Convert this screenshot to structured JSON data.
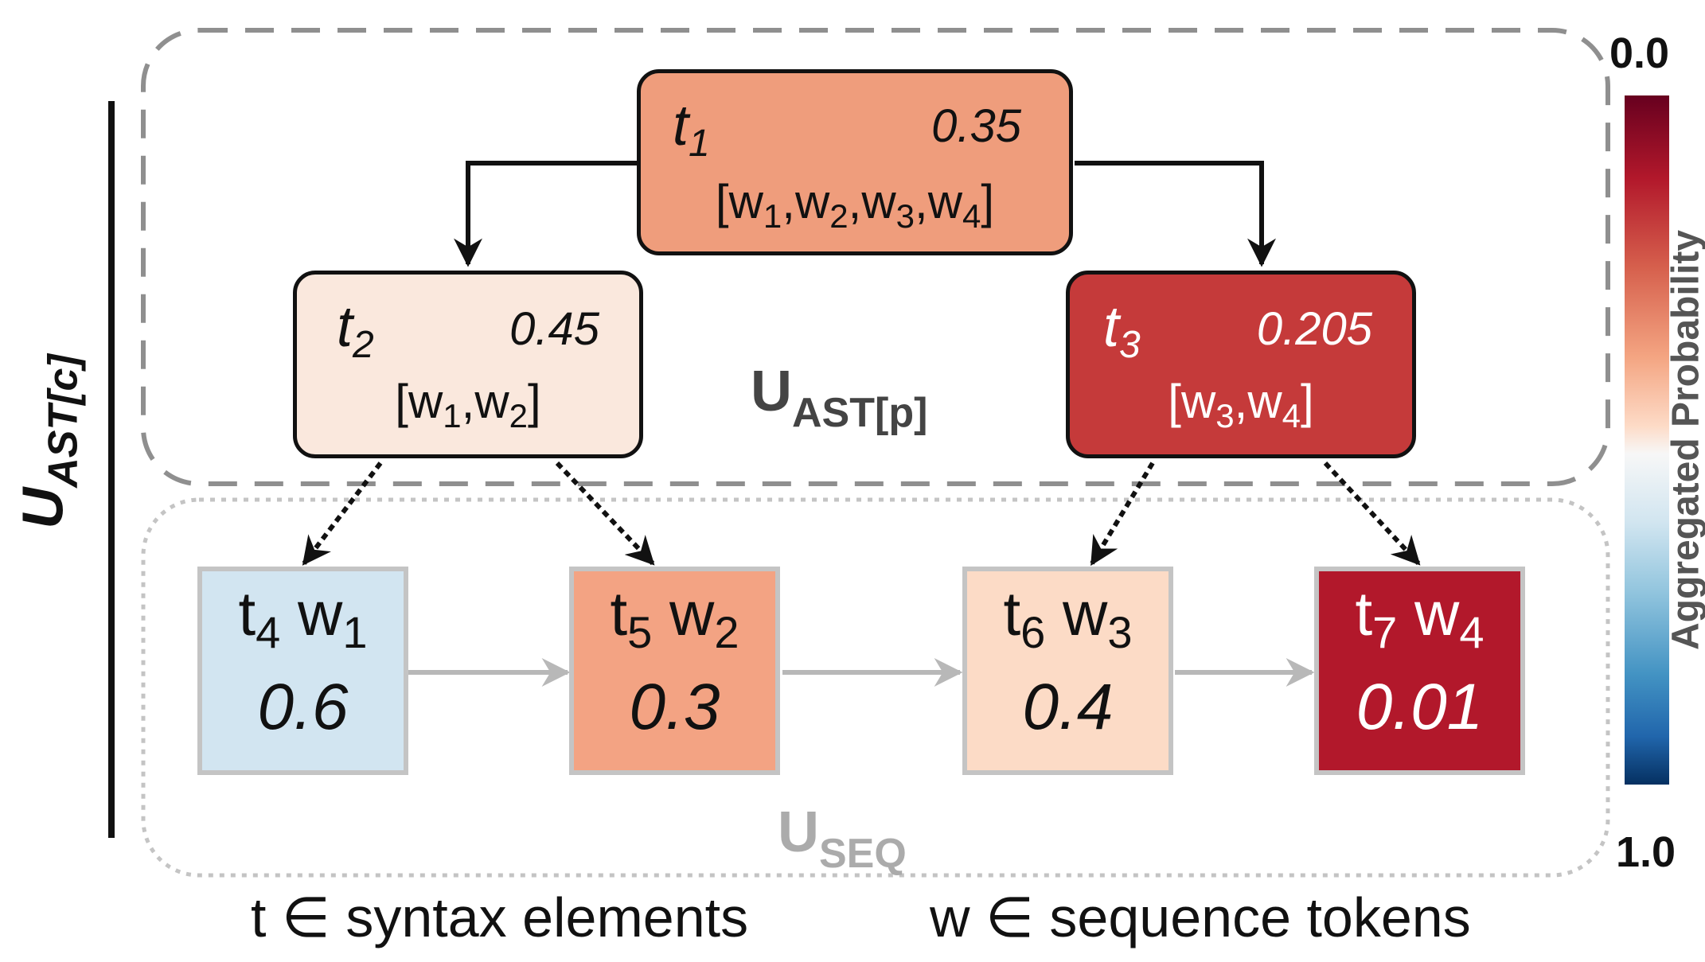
{
  "tree_nodes": [
    {
      "name": "t",
      "sub": "1",
      "prob": "0.35",
      "span": [
        "w1",
        "w2",
        "w3",
        "w4"
      ],
      "fill": "#ef9d7c",
      "text": "#111111"
    },
    {
      "name": "t",
      "sub": "2",
      "prob": "0.45",
      "span": [
        "w1",
        "w2"
      ],
      "fill": "#fae8dd",
      "text": "#111111"
    },
    {
      "name": "t",
      "sub": "3",
      "prob": "0.205",
      "span": [
        "w3",
        "w4"
      ],
      "fill": "#c53a3a",
      "text": "#ffffff"
    }
  ],
  "seq_nodes": [
    {
      "t_sub": "4",
      "w_sub": "1",
      "prob": "0.6",
      "fill": "#d2e5f1",
      "text": "#111111"
    },
    {
      "t_sub": "5",
      "w_sub": "2",
      "prob": "0.3",
      "fill": "#f3a383",
      "text": "#111111"
    },
    {
      "t_sub": "6",
      "w_sub": "3",
      "prob": "0.4",
      "fill": "#fcdbc6",
      "text": "#111111"
    },
    {
      "t_sub": "7",
      "w_sub": "4",
      "prob": "0.01",
      "fill": "#b2182b",
      "text": "#ffffff"
    }
  ],
  "labels": {
    "u_ast_p": {
      "main": "U",
      "sub": "AST[p]"
    },
    "u_seq": {
      "main": "U",
      "sub": "SEQ"
    },
    "u_ast_c": {
      "main": "U",
      "sub": "AST[c]"
    }
  },
  "legend": {
    "syntax": "t ∈ syntax elements",
    "tokens": "w ∈ sequence tokens"
  },
  "colorbar": {
    "top": "0.0",
    "bottom": "1.0",
    "label": "Aggregated Probability"
  }
}
